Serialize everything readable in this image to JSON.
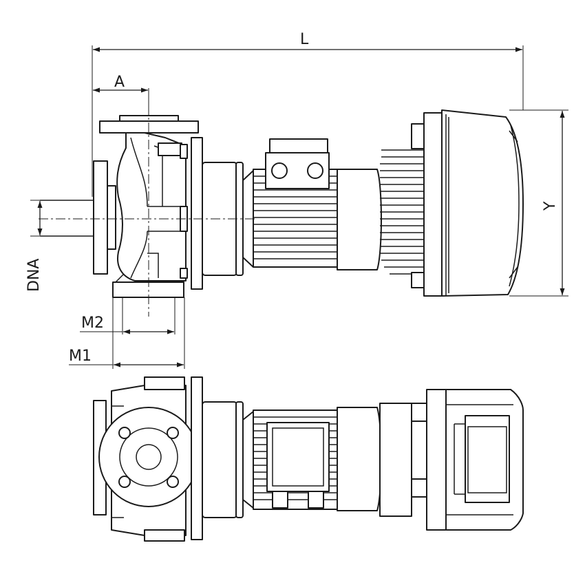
{
  "dimensions": {
    "L": "L",
    "A": "A",
    "Y": "Y",
    "DNA": "DNA",
    "M1": "M1",
    "M2": "M2"
  },
  "colors": {
    "line": "#1a1a1a",
    "background": "#ffffff"
  },
  "icons": {
    "arrowhead": "arrow-marker"
  }
}
